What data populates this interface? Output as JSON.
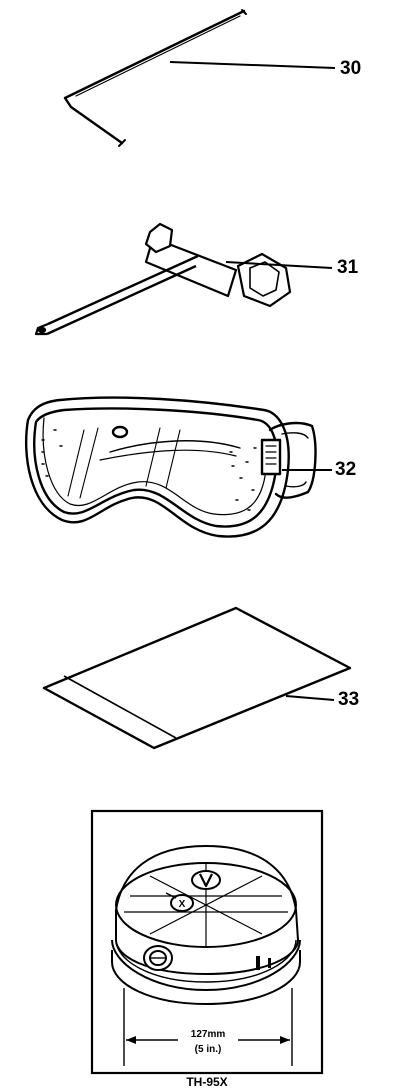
{
  "callouts": {
    "hex_key": "30",
    "socket_wrench": "31",
    "goggles": "32",
    "bag": "33"
  },
  "spool": {
    "dimension_mm": "127mm",
    "dimension_in": "(5 in.)",
    "model": "TH-95X"
  }
}
